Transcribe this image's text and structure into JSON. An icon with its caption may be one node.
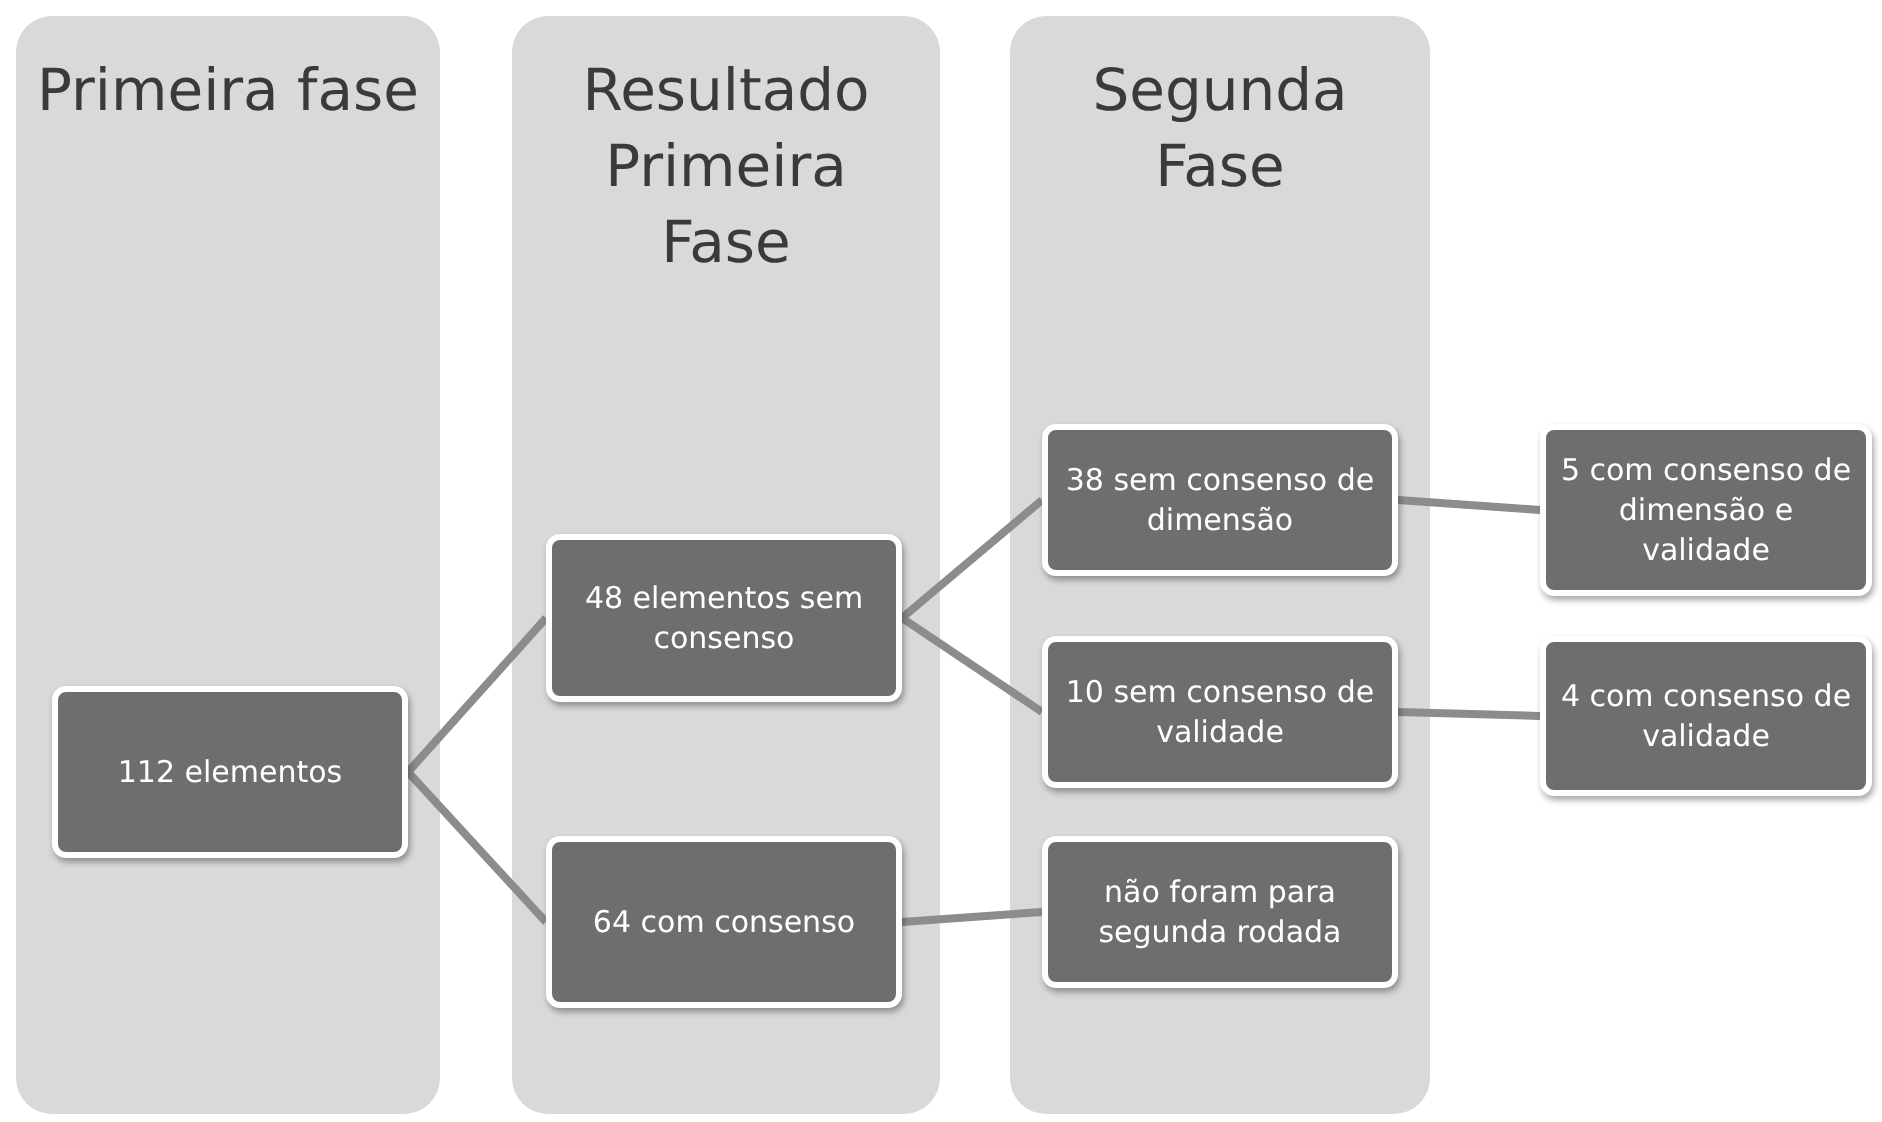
{
  "diagram": {
    "nodes": [
      {
        "text": [
          "Primeira fase"
        ]
      },
      {
        "text": [
          "Resultado Primeira Fase"
        ]
      },
      {
        "text": [
          "Segunda Fase"
        ]
      },
      {
        "text": [
          "112 elementos"
        ],
        "in": 0
      },
      {
        "text": [
          "48 elementos sem consenso"
        ],
        "in": 1
      },
      {
        "text": [
          "64 com consenso"
        ],
        "in": 1
      },
      {
        "text": [
          "38 sem consenso de dimensão"
        ],
        "in": 2
      },
      {
        "text": [
          "10 sem consenso de validade"
        ],
        "in": 2
      },
      {
        "text": [
          "não foram para segunda rodada"
        ],
        "in": 2
      },
      {
        "text": [
          "5 com consenso de dimensão e validade"
        ]
      },
      {
        "text": [
          "4 com consenso de validade"
        ]
      }
    ],
    "edges": [
      {
        "from": 3,
        "to": 4,
        "arrow": "none"
      },
      {
        "from": 3,
        "to": 5,
        "arrow": "none"
      },
      {
        "from": 4,
        "to": 6,
        "arrow": "none"
      },
      {
        "from": 4,
        "to": 7,
        "arrow": "none"
      },
      {
        "from": 5,
        "to": 8,
        "arrow": "none"
      },
      {
        "from": 6,
        "to": 9,
        "arrow": "none"
      },
      {
        "from": 7,
        "to": 10,
        "arrow": "none"
      }
    ]
  }
}
